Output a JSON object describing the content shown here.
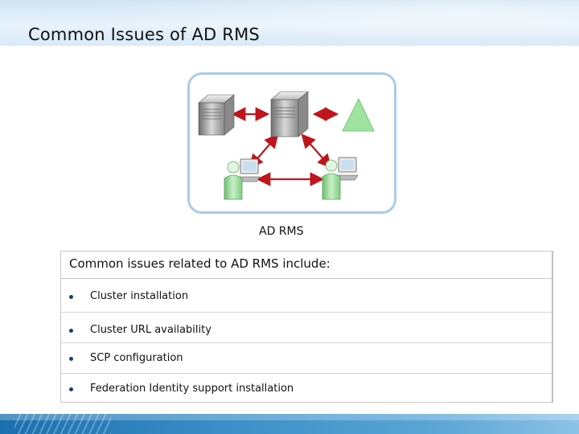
{
  "slide": {
    "title": "Common Issues of AD RMS"
  },
  "diagram": {
    "caption": "AD RMS",
    "colors": {
      "frame": "#a9ccea",
      "arrow": "#c0151b",
      "server": "#9a9a9a",
      "triangle": "#9fe3a0",
      "user": "#8fd08f"
    }
  },
  "issues": {
    "header": "Common issues related to AD RMS include:",
    "items": [
      "Cluster installation",
      "Cluster URL availability",
      "SCP configuration",
      "Federation Identity support installation"
    ]
  },
  "theme": {
    "footer": "#2a7fbf",
    "bullet": "#1e3d6e"
  }
}
